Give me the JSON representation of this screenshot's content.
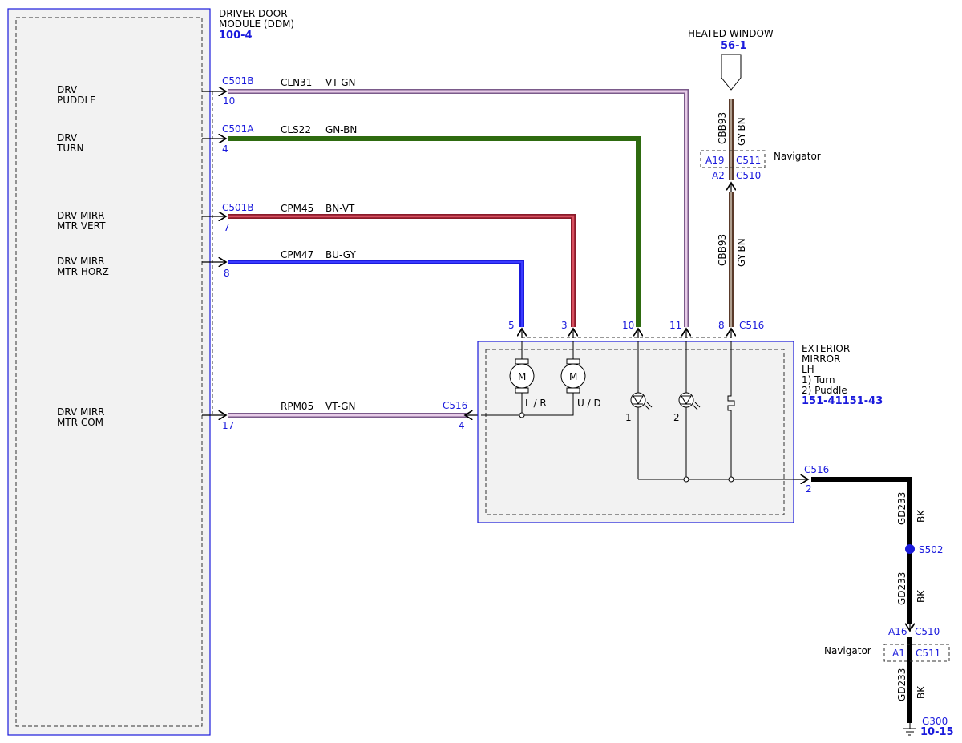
{
  "ddm": {
    "title1": "DRIVER DOOR",
    "title2": "MODULE (DDM)",
    "ref": "100-4",
    "pins": [
      {
        "l1": "DRV",
        "l2": "PUDDLE"
      },
      {
        "l1": "DRV",
        "l2": "TURN"
      },
      {
        "l1": "DRV MIRR",
        "l2": "MTR VERT"
      },
      {
        "l1": "DRV MIRR",
        "l2": "MTR HORZ"
      },
      {
        "l1": "DRV MIRR",
        "l2": "MTR COM"
      }
    ]
  },
  "wires": [
    {
      "conn": "C501B",
      "pin": "10",
      "circuit": "CLN31",
      "color_code": "VT-GN",
      "end_pin": "11",
      "stroke": "#c89bd0",
      "stripe": "#7a9a5a"
    },
    {
      "conn": "C501A",
      "pin": "4",
      "circuit": "CLS22",
      "color_code": "GN-BN",
      "end_pin": "10",
      "stroke": "#2e6b10",
      "stripe": "#2e6b10"
    },
    {
      "conn": "C501B",
      "pin": "7",
      "circuit": "CPM45",
      "color_code": "BN-VT",
      "end_pin": "3",
      "stroke": "#b0303c",
      "stripe": "#e6a0b8"
    },
    {
      "conn": "",
      "pin": "8",
      "circuit": "CPM47",
      "color_code": "BU-GY",
      "end_pin": "5",
      "stroke": "#1a1adc",
      "stripe": "#1a1adc"
    },
    {
      "conn": "",
      "pin": "17",
      "circuit": "RPM05",
      "color_code": "VT-GN",
      "end_conn": "C516",
      "end_pin": "4",
      "stroke": "#c89bd0",
      "stripe": "#7a9a5a"
    }
  ],
  "heated": {
    "title": "HEATED WINDOW",
    "ref": "56-1",
    "circuit": "CBB93",
    "color_code": "GY-BN",
    "nav_label": "Navigator",
    "nav_pin": "A19",
    "nav_conn": "C511",
    "c510_pin": "A2",
    "c510_conn": "C510",
    "end_pin": "8",
    "end_conn": "C516"
  },
  "mirror": {
    "l1": "EXTERIOR",
    "l2": "MIRROR",
    "l3": "LH",
    "l4": "1) Turn",
    "l5": "2) Puddle",
    "ref": "151-41151-43",
    "motor_label": "M",
    "lr_label": "L / R",
    "ud_label": "U / D",
    "lamp1": "1",
    "lamp2": "2"
  },
  "ground": {
    "conn": "C516",
    "pin": "2",
    "circuit": "GD233",
    "color_code": "BK",
    "splice": "S502",
    "c510_pin": "A16",
    "c510_conn": "C510",
    "nav_label": "Navigator",
    "nav_pin": "A1",
    "nav_conn": "C511",
    "gnd_name": "G300",
    "gnd_ref": "10-15"
  }
}
